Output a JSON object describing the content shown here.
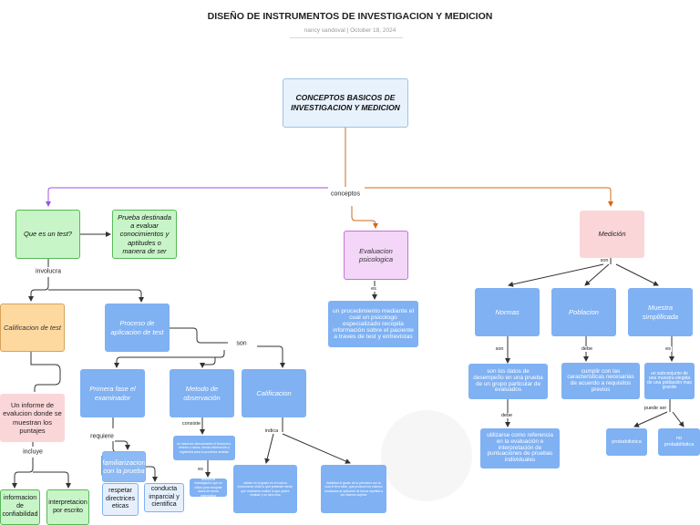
{
  "header": {
    "title": "DISEÑO DE INSTRUMENTOS DE INVESTIGACION Y MEDICION",
    "author": "nancy sandoval",
    "separator": "|",
    "date": "October 18, 2024"
  },
  "colors": {
    "purple_arrow": "#a050e0",
    "orange_arrow": "#d2691e",
    "line": "#555555",
    "blue_node": "#7fb1f3",
    "green_node": "#c8f5c8",
    "pink_node": "#fbd6d8",
    "orange_node": "#fdd9a0",
    "purple_node": "#f3d6f8"
  },
  "nodes": {
    "root": "CONCEPTOS BASICOS DE INVESTIGACION Y MEDICION",
    "que_es_test": "Que es un test?",
    "prueba_destinada": "Prueba destinada a evaluar conocimientos y aptitudes o manera de ser",
    "calificacion_test": "Calificacion de test",
    "informe": "Un informe de evalucion donde se muestran los puntajes",
    "informacion_confiabilidad": "informacion de confiabilidad",
    "interpretacion": "interpretacion por escrito",
    "proceso_aplicacion": "Proceso de aplicacion de test",
    "primera_fase": "Primera fase el examinador",
    "familiarizacion": "familiarizacion con la prueba",
    "respetar_directrices": "respetar directrices eticas",
    "conducta": "conducta imparcial y cientifica",
    "metodo_observacion": "Metodo de observación",
    "observacion_detail": "se observan directamente el fenómeno, hechos o casos, toman información y registrarla para su posterior análisis",
    "observacion_es": "técnica de investigación que se utiliza para recopilar datos de forma sistemática",
    "calificacion": "Calificacion",
    "calificacion_detail_1": "validez es el grado en el cual un instrumento mide lo que pretende medir, que realmente evalúe lo que quiere evaluar y no otra cosa",
    "calificacion_detail_2": "fiabilidad el grado de la precisión con la cual el test mide, que produce los mismos resultados al aplicarse de forma repetida a los mismos sujetos",
    "evaluacion_psicologica": "Evaluacion psicologica",
    "procedimiento": "un procedimiento mediante el cual un psicologo especializado recopila información sobre el paciente a traves de test y entrevistas",
    "medicion": "Medición",
    "normas": "Normas",
    "poblacion": "Poblacion",
    "muestra": "Muestra simplificada",
    "normas_son": "son los datos de desempeño en una prueba de un grupo particular de evaluados",
    "normas_debe": "utilizarse como referencia en la evaluación e interpretación de puntuaciones de pruebas individuales",
    "poblacion_debe": "cumplir con las caracteristicas necesarias de acuerdo a requisitos previos",
    "muestra_es": "un subconjunto de una muestra elegida de una población mas grande",
    "probabilistica": "probabilistica",
    "no_probabilistica": "no probabilistica"
  },
  "labels": {
    "conceptos": "conceptos",
    "involucra": "involucra",
    "incluye": "incluye",
    "son_proceso": "son",
    "requiere": "requiere",
    "consiste": "consiste",
    "es_observacion": "es",
    "indica": "indica",
    "es_evaluacion": "es",
    "son_medicion": "son",
    "son_normas": "son",
    "debe_normas": "debe",
    "debe_poblacion": "debe",
    "es_muestra": "es",
    "puede_ser": "puede ser"
  }
}
